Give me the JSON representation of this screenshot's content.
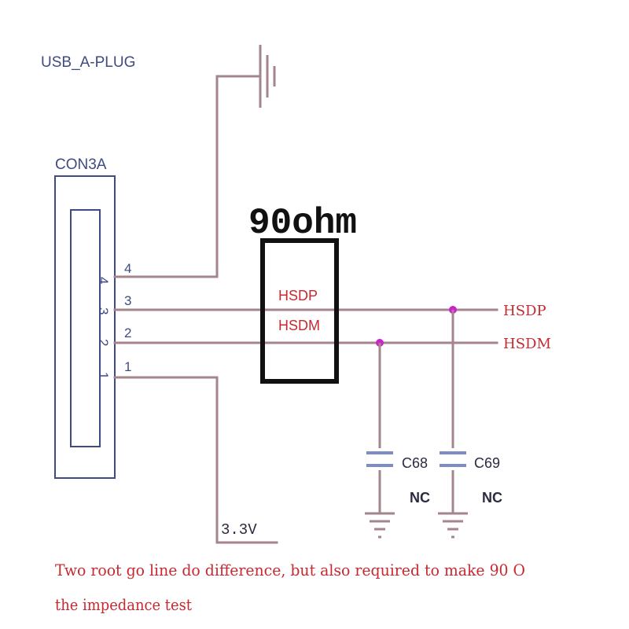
{
  "connector": {
    "ref": "USB_A-PLUG",
    "name": "CON3A",
    "pin_labels": [
      "4",
      "3",
      "2",
      "1"
    ],
    "pin_numbers": [
      "4",
      "3",
      "2",
      "1"
    ]
  },
  "impedance_box": {
    "label": "90ohm",
    "nets": [
      "HSDP",
      "HSDM"
    ]
  },
  "outputs": [
    "HSDP",
    "HSDM"
  ],
  "power_label": "3.3V",
  "capacitors": [
    {
      "ref": "C68",
      "value": "NC"
    },
    {
      "ref": "C69",
      "value": "NC"
    }
  ],
  "note": {
    "line1": "Two root go line do difference, but also required to make 90 O",
    "line2": "the impedance test"
  },
  "colors": {
    "wire": "#a4848d",
    "body": "#3f4a83",
    "label_red": "#c8282f",
    "dark": "#2a2a40",
    "junction": "#cc22cc",
    "cap": "#7f8cc0",
    "black": "#111111"
  }
}
